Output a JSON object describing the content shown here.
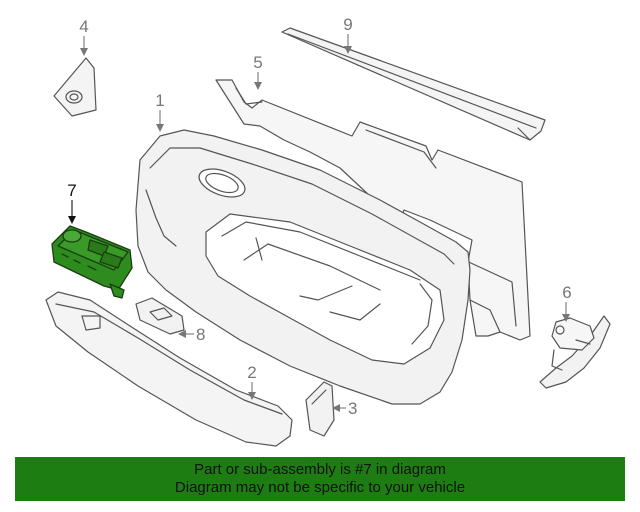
{
  "callouts": {
    "c1": "1",
    "c2": "2",
    "c3": "3",
    "c4": "4",
    "c5": "5",
    "c6": "6",
    "c7": "7",
    "c8": "8",
    "c9": "9"
  },
  "highlight_color": "#2e8b1e",
  "banner": {
    "line1": "Part or sub-assembly is #7 in diagram",
    "line2": "Diagram may not be specific to your vehicle",
    "color": "#1e7d12"
  }
}
